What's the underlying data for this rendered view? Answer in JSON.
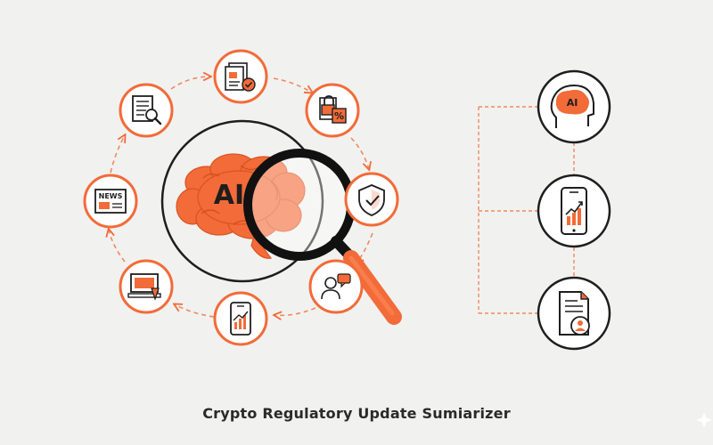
{
  "colors": {
    "accent": "#f26b38",
    "ink": "#1e1e1e",
    "background": "#f1f1f0",
    "connector": "#f08a5d"
  },
  "center": {
    "label": "AI",
    "icons": [
      "brain-icon",
      "magnifying-glass-icon"
    ]
  },
  "cycle_nodes": [
    {
      "id": "regulation-document",
      "icon": "document-checkmark-icon"
    },
    {
      "id": "locked-percent",
      "icon": "padlock-percent-icon"
    },
    {
      "id": "compliance-shield",
      "icon": "shield-check-icon"
    },
    {
      "id": "consultation",
      "icon": "people-chat-icon"
    },
    {
      "id": "mobile-analytics",
      "icon": "phone-chart-icon"
    },
    {
      "id": "desktop-alert",
      "icon": "computer-alert-icon"
    },
    {
      "id": "news",
      "icon": "newspaper-icon",
      "label": "NEWS"
    },
    {
      "id": "document-review",
      "icon": "document-search-icon"
    }
  ],
  "output_nodes": [
    {
      "id": "ai-head",
      "icon": "head-ai-icon",
      "label": "AI"
    },
    {
      "id": "mobile-trend",
      "icon": "phone-trend-icon"
    },
    {
      "id": "user-report",
      "icon": "document-user-icon"
    }
  ],
  "caption": "Crypto Regulatory Update Sumiarizer"
}
